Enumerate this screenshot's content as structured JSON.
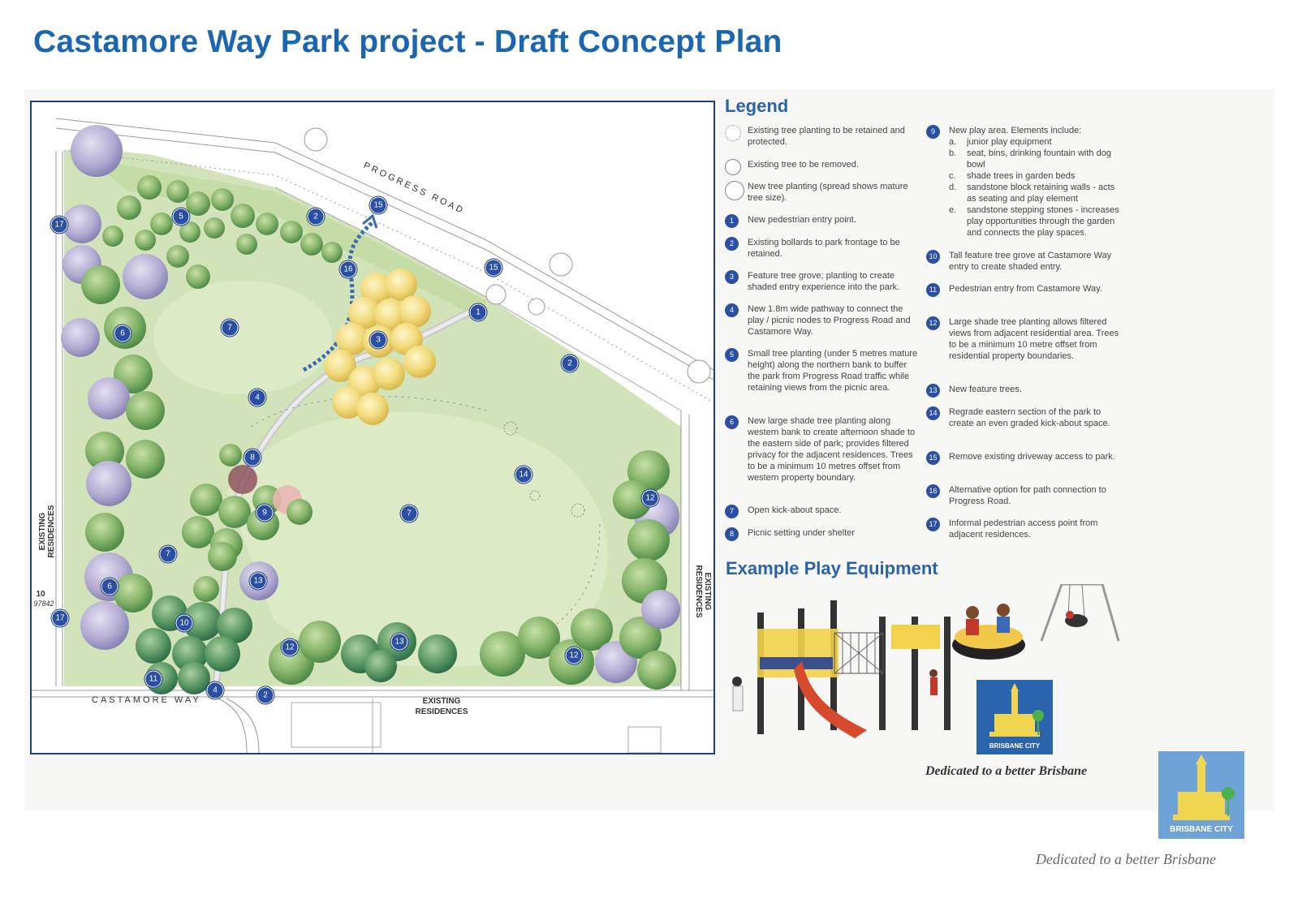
{
  "title": "Castamore Way Park project - Draft Concept Plan",
  "map": {
    "road_progress": "PROGRESS ROAD",
    "road_castamore": "CASTAMORE WAY",
    "residences_left": "EXISTING RESIDENCES",
    "residences_right": "EXISTING RESIDENCES",
    "residences_bottom_line1": "EXISTING",
    "residences_bottom_line2": "RESIDENCES",
    "lot_number": "10",
    "lot_code": "97842"
  },
  "legend": {
    "heading": "Legend",
    "symbols": [
      {
        "text": "Existing tree planting to be retained and protected."
      },
      {
        "text": "Existing tree to be removed."
      },
      {
        "text": "New tree planting (spread shows mature tree size)."
      }
    ],
    "items": [
      {
        "num": "1",
        "text": "New pedestrian entry point."
      },
      {
        "num": "2",
        "text": "Existing bollards to park frontage to be retained."
      },
      {
        "num": "3",
        "text": "Feature tree grove; planting to create shaded entry experience into the park."
      },
      {
        "num": "4",
        "text": "New 1.8m wide pathway to connect the play / picnic nodes to Progress Road and Castamore Way."
      },
      {
        "num": "5",
        "text": "Small tree planting (under 5 metres mature height) along the northern bank to buffer the park from Progress Road traffic while retaining views from the picnic area."
      },
      {
        "num": "6",
        "text": "New large shade tree planting along western bank to create afternoon shade to the eastern side of park; provides filtered privacy for the adjacent residences. Trees to be a minimum 10 metres offset from western property boundary."
      },
      {
        "num": "7",
        "text": "Open kick-about space."
      },
      {
        "num": "8",
        "text": "Picnic setting under shelter"
      }
    ],
    "play_area": {
      "num": "9",
      "text": "New play area. Elements include:",
      "elements": [
        {
          "letter": "a.",
          "text": "junior play equipment"
        },
        {
          "letter": "b.",
          "text": "seat, bins, drinking fountain with dog bowl"
        },
        {
          "letter": "c.",
          "text": "shade trees in garden beds"
        },
        {
          "letter": "d.",
          "text": "sandstone block retaining walls - acts as seating and play element"
        },
        {
          "letter": "e.",
          "text": "sandstone stepping stones - increases play opportunities through the garden and connects the play spaces."
        }
      ]
    },
    "items_right": [
      {
        "num": "10",
        "text": "Tall feature tree grove at Castamore Way entry to create shaded entry."
      },
      {
        "num": "11",
        "text": "Pedestrian entry from Castamore Way."
      },
      {
        "num": "12",
        "text": "Large shade tree planting allows filtered views from adjacent residential area. Trees to be a minimum 10 metre offset from residential property boundaries."
      },
      {
        "num": "13",
        "text": "New feature trees."
      },
      {
        "num": "14",
        "text": "Regrade eastern section of the park to create an even graded kick-about space."
      },
      {
        "num": "15",
        "text": "Remove existing driveway access to park."
      },
      {
        "num": "16",
        "text": "Alternative option for path connection to Progress Road."
      },
      {
        "num": "17",
        "text": "Informal pedestrian access point from adjacent residences."
      }
    ]
  },
  "equipment": {
    "heading": "Example Play Equipment"
  },
  "branding": {
    "logo_text": "BRISBANE CITY",
    "tagline": "Dedicated to a better Brisbane"
  },
  "colors": {
    "title": "#1a66b0",
    "marker": "#2a4fa3",
    "grass": "#cfe0b4",
    "tree_green": "#7aa860",
    "tree_purple": "#b7b0d4",
    "tree_yellow": "#f0d878",
    "logo_bg": "#6fa3d8"
  }
}
